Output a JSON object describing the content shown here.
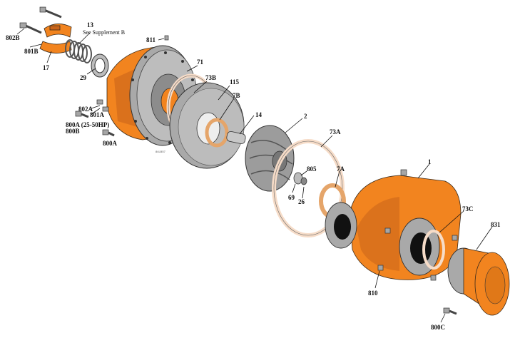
{
  "colors": {
    "orange": "#f2841f",
    "orange_dark": "#c9641a",
    "gray": "#a9a9a9",
    "gray_dark": "#6f6f6f",
    "gasket": "#f6dcc8",
    "black": "#111111"
  },
  "labels": {
    "l802b": "802B",
    "l801b": "801B",
    "l17": "17",
    "l13": "13",
    "l_supp": "See Supplement B",
    "l29": "29",
    "l811": "811",
    "l71": "71",
    "l73b": "73B",
    "l115": "115",
    "l7b": "7B",
    "l802a": "802A",
    "l801a": "801A",
    "l800a_hp": "800A (25-50HP)",
    "l800b": "800B",
    "l800a": "800A",
    "l14": "14",
    "l2": "2",
    "l73a": "73A",
    "l805": "805",
    "l69": "69",
    "l26": "26",
    "l7a": "7A",
    "l1": "1",
    "l73c": "73C",
    "l831": "831",
    "l810": "810",
    "l800c": "800C",
    "part_no": "84LB57"
  }
}
